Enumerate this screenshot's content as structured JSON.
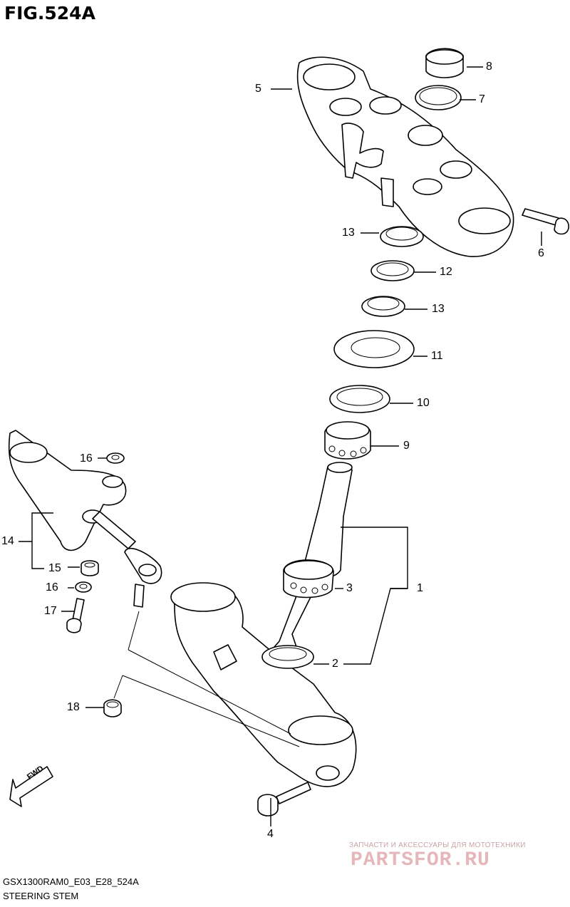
{
  "figure": {
    "title": "FIG.524A"
  },
  "callouts": [
    {
      "id": "c1",
      "label": "1"
    },
    {
      "id": "c2",
      "label": "2"
    },
    {
      "id": "c3",
      "label": "3"
    },
    {
      "id": "c4",
      "label": "4"
    },
    {
      "id": "c5",
      "label": "5"
    },
    {
      "id": "c6",
      "label": "6"
    },
    {
      "id": "c7",
      "label": "7"
    },
    {
      "id": "c8",
      "label": "8"
    },
    {
      "id": "c9",
      "label": "9"
    },
    {
      "id": "c10",
      "label": "10"
    },
    {
      "id": "c11",
      "label": "11"
    },
    {
      "id": "c12",
      "label": "12"
    },
    {
      "id": "c13a",
      "label": "13"
    },
    {
      "id": "c13b",
      "label": "13"
    },
    {
      "id": "c14",
      "label": "14"
    },
    {
      "id": "c15",
      "label": "15"
    },
    {
      "id": "c16a",
      "label": "16"
    },
    {
      "id": "c16b",
      "label": "16"
    },
    {
      "id": "c17",
      "label": "17"
    },
    {
      "id": "c18",
      "label": "18"
    }
  ],
  "direction_marker": {
    "label": "FWD"
  },
  "footer": {
    "code": "GSX1300RAM0_E03_E28_524A",
    "caption": "STEERING STEM"
  },
  "watermark": {
    "tagline": "ЗАПЧАСТИ И АКСЕССУАРЫ ДЛЯ МОТОТЕХНИКИ",
    "brand": "PARTSFOR.RU"
  }
}
